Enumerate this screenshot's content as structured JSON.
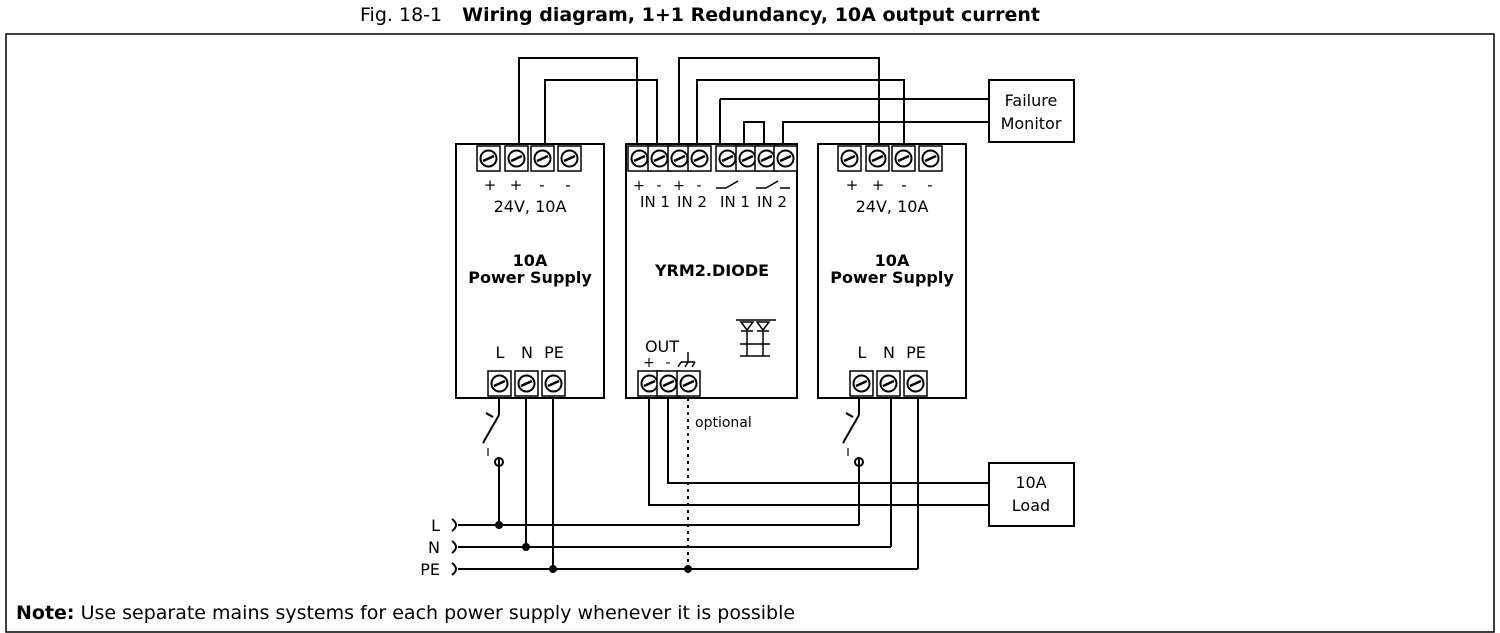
{
  "figure": {
    "number": "Fig. 18-1",
    "title": "Wiring diagram, 1+1 Redundancy, 10A output current"
  },
  "power_supply_left": {
    "output_polarities": [
      "+",
      "+",
      "-",
      "-"
    ],
    "output_rating": "24V, 10A",
    "name_line1": "10A",
    "name_line2": "Power Supply",
    "input_terminals": [
      "L",
      "N",
      "PE"
    ]
  },
  "power_supply_right": {
    "output_polarities": [
      "+",
      "+",
      "-",
      "-"
    ],
    "output_rating": "24V, 10A",
    "name_line1": "10A",
    "name_line2": "Power Supply",
    "input_terminals": [
      "L",
      "N",
      "PE"
    ]
  },
  "redundancy_module": {
    "name": "YRM2.DIODE",
    "input_polarities": [
      "+",
      "-",
      "+",
      "-"
    ],
    "input_labels": [
      "IN 1",
      "IN 2"
    ],
    "relay_labels": [
      "IN 1",
      "IN 2"
    ],
    "output_label": "OUT",
    "output_polarities": [
      "+",
      "-"
    ]
  },
  "failure_monitor": {
    "line1": "Failure",
    "line2": "Monitor"
  },
  "load": {
    "line1": "10A",
    "line2": "Load"
  },
  "mains": {
    "lines": [
      "L",
      "N",
      "PE"
    ]
  },
  "optional_label": "optional",
  "note": {
    "label": "Note:",
    "text": " Use separate mains systems for each power supply whenever it is possible"
  }
}
